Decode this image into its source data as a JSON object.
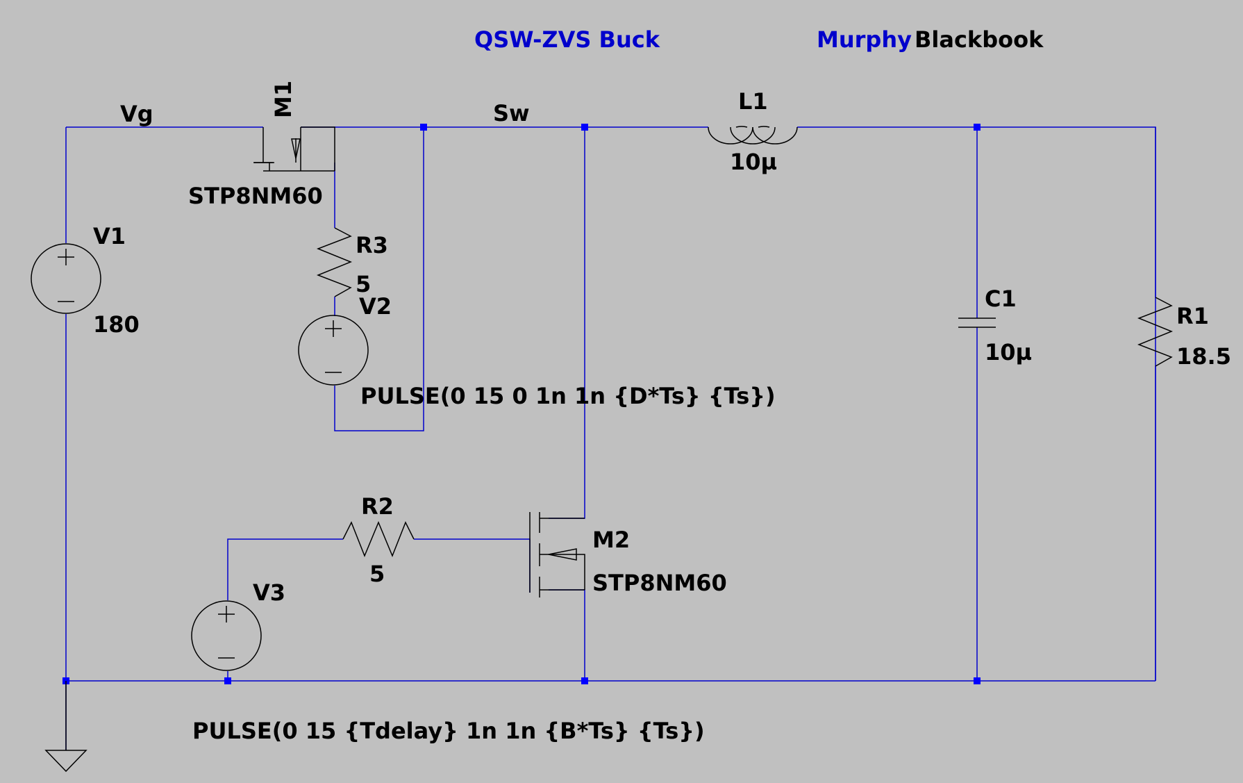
{
  "header": {
    "title": "QSW-ZVS Buck",
    "author_blue": "Murphy",
    "author_black": "Blackbook"
  },
  "nets": {
    "vg": "Vg",
    "sw": "Sw"
  },
  "components": {
    "m1": {
      "name": "M1",
      "model": "STP8NM60"
    },
    "m2": {
      "name": "M2",
      "model": "STP8NM60"
    },
    "l1": {
      "name": "L1",
      "value": "10µ"
    },
    "c1": {
      "name": "C1",
      "value": "10µ"
    },
    "r1": {
      "name": "R1",
      "value": "18.5"
    },
    "r2": {
      "name": "R2",
      "value": "5"
    },
    "r3": {
      "name": "R3",
      "value": "5"
    },
    "v1": {
      "name": "V1",
      "value": "180"
    },
    "v2": {
      "name": "V2",
      "value": "PULSE(0 15 0 1n 1n {D*Ts} {Ts})"
    },
    "v3": {
      "name": "V3",
      "value": "PULSE(0 15 {Tdelay} 1n 1n {B*Ts} {Ts})"
    }
  },
  "colors": {
    "background": "#c0c0c0",
    "wire": "#0000cc",
    "junction": "#0000ff",
    "component": "#000000",
    "comment_text": "#0000cc",
    "label_text": "#000000"
  }
}
